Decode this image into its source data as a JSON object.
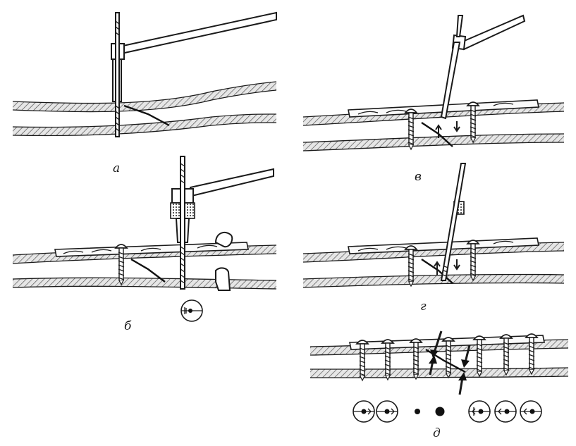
{
  "panels": {
    "a": {
      "label": "а"
    },
    "b": {
      "label": "б"
    },
    "v": {
      "label": "в"
    },
    "g": {
      "label": "г"
    },
    "d": {
      "label": "д"
    }
  }
}
